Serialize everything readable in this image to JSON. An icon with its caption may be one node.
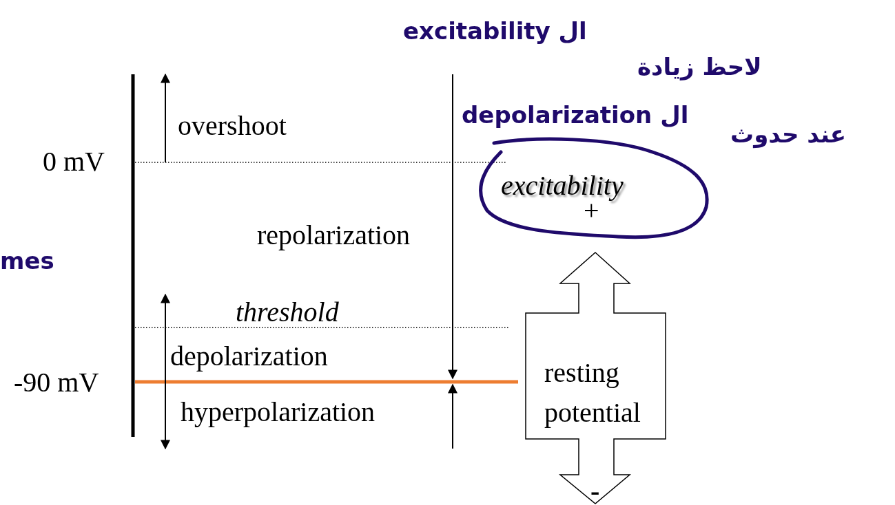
{
  "diagram": {
    "nodes": [
      {
        "text": [
          "excitability",
          "+"
        ]
      },
      {
        "text": [
          "resting potential",
          "-"
        ]
      }
    ],
    "edges": [],
    "labels": [
      "excitability ال",
      "لاحظ زيادة",
      "depolarization ال",
      "عند حدوث",
      "overshoot",
      "0 mV",
      "repolarization",
      "mes",
      "threshold",
      "depolarization",
      "-90 mV",
      "hyperpolarization"
    ]
  }
}
